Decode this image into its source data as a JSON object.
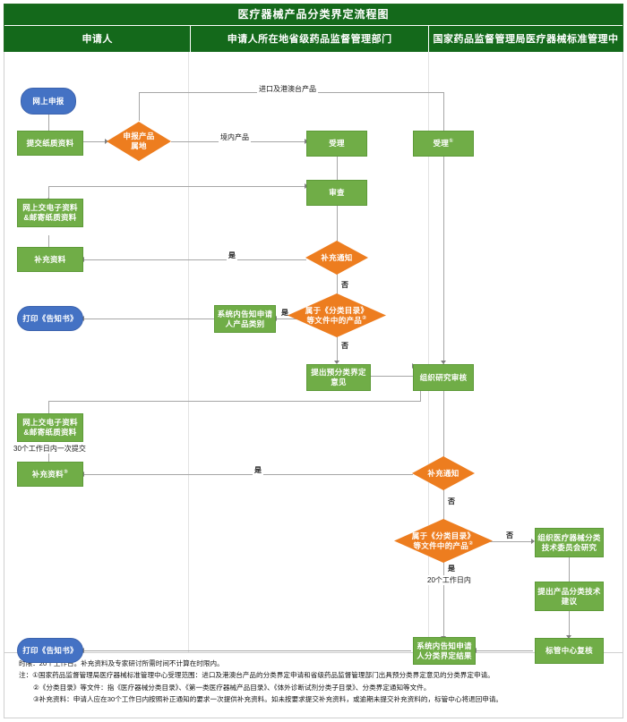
{
  "header": {
    "title": "医疗器械产品分类界定流程图",
    "columns": [
      {
        "label": "申请人"
      },
      {
        "label": "申请人所在地省级药品监督管理部门"
      },
      {
        "label": "国家药品监督管理局医疗器械标准管理中心"
      }
    ]
  },
  "colors": {
    "header_green": "#14691b",
    "process_green": "#70ad47",
    "decision_orange": "#ed7d1f",
    "terminal_blue": "#4472c4",
    "connector_gray": "#a6a6a6"
  },
  "nodes": {
    "online_apply": {
      "label": "网上申报",
      "shape": "terminal",
      "lane": "applicant"
    },
    "submit_paper": {
      "label": "提交纸质资料",
      "shape": "process",
      "lane": "applicant"
    },
    "product_locale": {
      "label_line1": "申报产品",
      "label_line2": "属地",
      "shape": "decision",
      "lane": "applicant"
    },
    "submit_online_1": {
      "label_line1": "网上交电子资料",
      "label_line2": "&邮寄纸质资料",
      "shape": "process",
      "lane": "applicant"
    },
    "supplement_1": {
      "label": "补充资料",
      "shape": "process",
      "lane": "applicant"
    },
    "print_notice_1": {
      "label": "打印《告知书》",
      "shape": "terminal",
      "lane": "applicant"
    },
    "submit_online_2": {
      "label_line1": "网上交电子资料",
      "label_line2": "&邮寄纸质资料",
      "shape": "process",
      "lane": "applicant"
    },
    "supplement_2": {
      "label": "补充资料",
      "sup": "③",
      "shape": "process",
      "lane": "applicant"
    },
    "print_notice_2": {
      "label": "打印《告知书》",
      "shape": "terminal",
      "lane": "applicant"
    },
    "accept_prov": {
      "label": "受理",
      "shape": "process",
      "lane": "province"
    },
    "review_prov": {
      "label": "审查",
      "shape": "process",
      "lane": "province"
    },
    "supplement_notice_prov": {
      "label": "补充通知",
      "shape": "decision",
      "lane": "province"
    },
    "notify_category_prov": {
      "label_line1": "系统内告知申请",
      "label_line2": "人产品类别",
      "shape": "process",
      "lane": "province"
    },
    "in_catalog_prov": {
      "label_line1": "属于《分类目录》",
      "label_line2": "等文件中的产品",
      "sup": "②",
      "shape": "decision",
      "lane": "province"
    },
    "pre_classify_opinion": {
      "label_line1": "提出预分类界定",
      "label_line2": "意见",
      "shape": "process",
      "lane": "province"
    },
    "accept_center": {
      "label": "受理",
      "sup": "①",
      "shape": "process",
      "lane": "center"
    },
    "organize_review": {
      "label": "组织研究审核",
      "shape": "process",
      "lane": "center"
    },
    "supplement_notice_center": {
      "label": "补充通知",
      "shape": "decision",
      "lane": "center"
    },
    "in_catalog_center": {
      "label_line1": "属于《分类目录》",
      "label_line2": "等文件中的产品",
      "sup": "②",
      "shape": "decision",
      "lane": "center"
    },
    "tech_committee": {
      "label_line1": "组织医疗器械分类",
      "label_line2": "技术委员会研究",
      "shape": "process",
      "lane": "center"
    },
    "tech_advice": {
      "label_line1": "提出产品分类技术",
      "label_line2": "建议",
      "shape": "process",
      "lane": "center"
    },
    "center_recheck": {
      "label": "标管中心复核",
      "shape": "process",
      "lane": "center"
    },
    "notify_result": {
      "label_line1": "系统内告知申请",
      "label_line2": "人分类界定结果",
      "shape": "process",
      "lane": "center"
    }
  },
  "edge_labels": {
    "import_hmt": "进口及港澳台产品",
    "domestic": "境内产品",
    "yes_1": "是",
    "no_1": "否",
    "yes_2": "是",
    "no_2": "否",
    "yes_3": "是",
    "no_3": "否",
    "yes_4": "是",
    "no_4": "否",
    "submit_once_30": "30个工作日内一次提交",
    "within_20_days": "20个工作日内"
  },
  "notes": {
    "line0": "时限：20个工作日。补充资料及专家研讨所需时间不计算在时限内。",
    "line1": "注：①国家药品监督管理局医疗器械标准管理中心受理范围：进口及港澳台产品的分类界定申请和省级药品监督管理部门出具预分类界定意见的分类界定申请。",
    "line2": "②《分类目录》等文件：指《医疗器械分类目录》、《第一类医疗器械产品目录》、《体外诊断试剂分类子目录》、分类界定通知等文件。",
    "line3": "③补充资料：申请人应在30个工作日内按照补正通知的要求一次提供补充资料。如未按要求提交补充资料，或逾期未提交补充资料的，标管中心将退回申请。"
  }
}
